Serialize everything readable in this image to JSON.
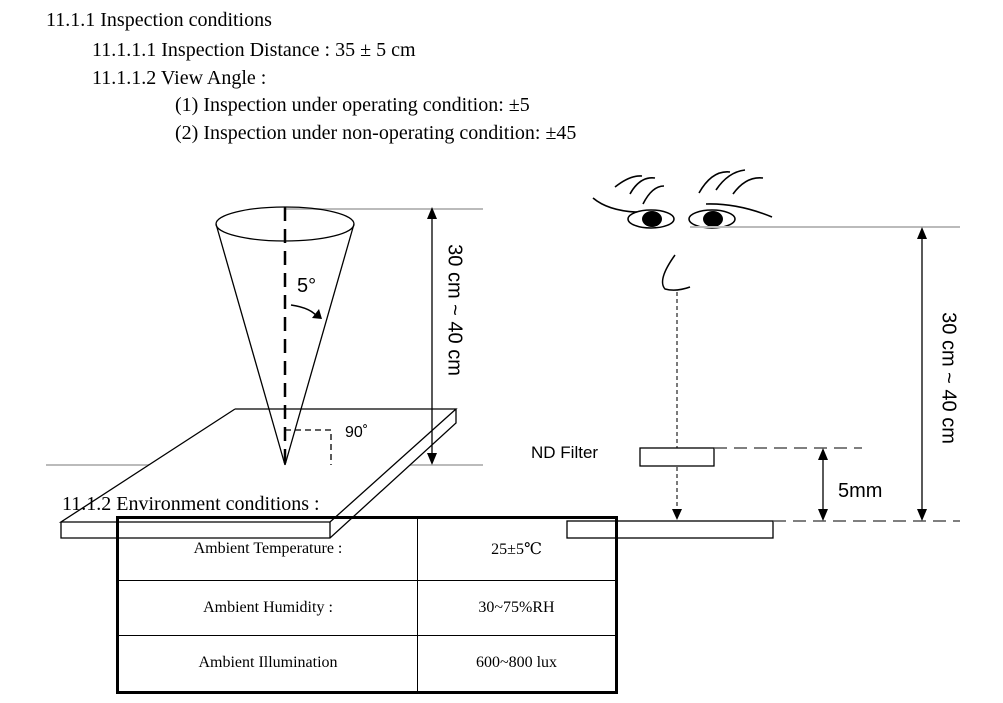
{
  "headings": {
    "inspection_conditions": "11.1.1 Inspection conditions",
    "inspection_distance": "11.1.1.1 Inspection Distance : 35 ± 5 cm",
    "view_angle": "11.1.1.2 View Angle :",
    "environment_conditions": "11.1.2 Environment conditions :"
  },
  "view_angle_items": [
    "(1) Inspection under operating condition: ±5",
    "(2) Inspection under non-operating condition: ±45"
  ],
  "left_diagram": {
    "angle_label": "5°",
    "right_angle_label": "90˚",
    "distance_label": "30 cm ~ 40 cm"
  },
  "right_diagram": {
    "filter_label": "ND Filter",
    "gap_label": "5mm",
    "distance_label": "30 cm ~ 40 cm"
  },
  "environment_table": [
    {
      "label": "Ambient Temperature :",
      "value": "25±5℃"
    },
    {
      "label": "Ambient Humidity :",
      "value": "30~75%RH"
    },
    {
      "label": "Ambient Illumination",
      "value": "600~800 lux"
    }
  ],
  "colors": {
    "text": "#000000",
    "guide_line": "#bbbbbb",
    "dash_line": "#555555"
  }
}
